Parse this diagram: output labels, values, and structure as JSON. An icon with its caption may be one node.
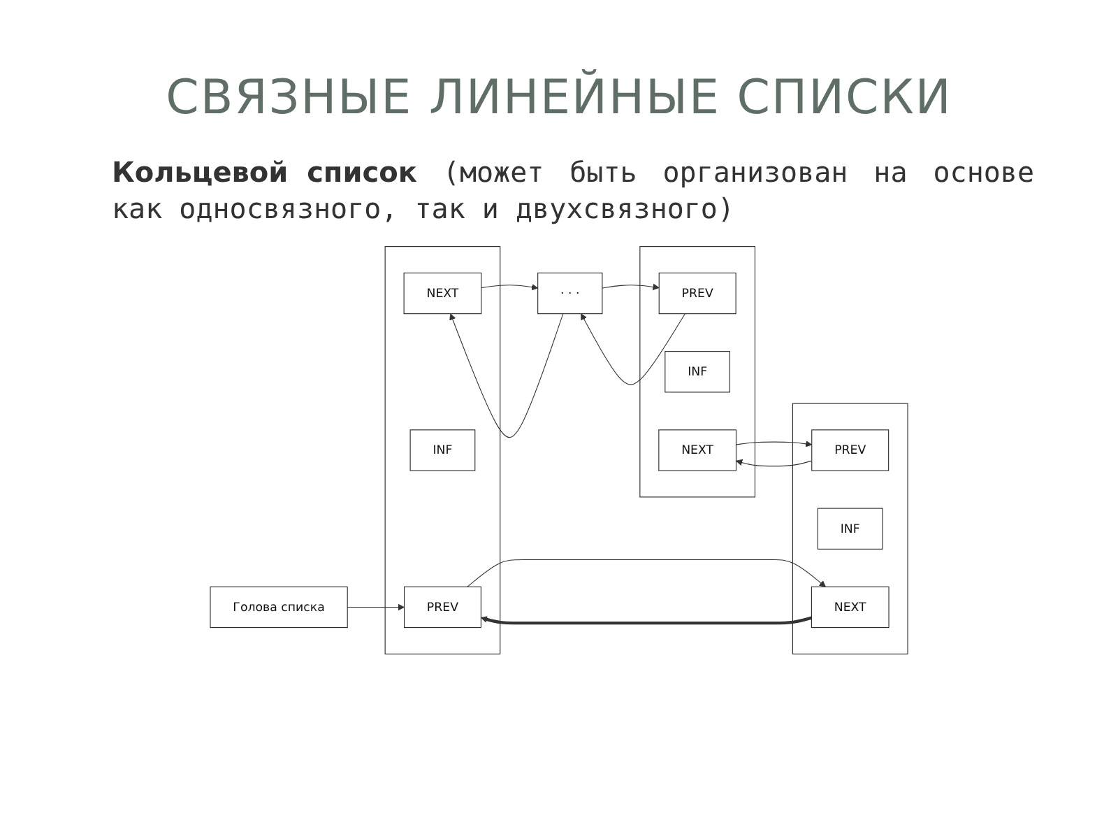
{
  "diagram": {
    "title": "СВЯЗНЫЕ ЛИНЕЙНЫЕ СПИСКИ",
    "nodes": [
      {
        "text": [
          "Голова списка"
        ]
      },
      {
        "text": [],
        "shape": "box"
      },
      {
        "text": [
          "PREV"
        ],
        "in": 1
      },
      {
        "text": [
          "INF"
        ],
        "in": 1
      },
      {
        "text": [
          "NEXT"
        ],
        "in": 1
      },
      {
        "text": [
          "· · ·"
        ]
      },
      {
        "text": [],
        "shape": "box"
      },
      {
        "text": [
          "PREV"
        ],
        "in": 6
      },
      {
        "text": [
          "INF"
        ],
        "in": 6
      },
      {
        "text": [
          "NEXT"
        ],
        "in": 6
      },
      {
        "text": [],
        "shape": "box"
      },
      {
        "text": [
          "PREV"
        ],
        "in": 10
      },
      {
        "text": [
          "INF"
        ],
        "in": 10
      },
      {
        "text": [
          "NEXT"
        ],
        "in": 10
      }
    ],
    "edges": [
      {
        "from": 0,
        "to": 2,
        "arrow": "to"
      },
      {
        "from": 4,
        "to": 5,
        "arrow": "to"
      },
      {
        "from": 5,
        "to": 7,
        "arrow": "to"
      },
      {
        "from": 7,
        "to": 5,
        "arrow": "to"
      },
      {
        "from": 5,
        "to": 4,
        "arrow": "to"
      },
      {
        "from": 9,
        "to": 11,
        "arrow": "to"
      },
      {
        "from": 11,
        "to": 9,
        "arrow": "to"
      },
      {
        "from": 13,
        "to": 2,
        "arrow": "to",
        "style": "thick"
      },
      {
        "from": 2,
        "to": 13,
        "arrow": "to"
      }
    ],
    "labels": [
      "**Кольцевой список** (может быть организован на основе как односвязного, так и двухсвязного)"
    ]
  }
}
